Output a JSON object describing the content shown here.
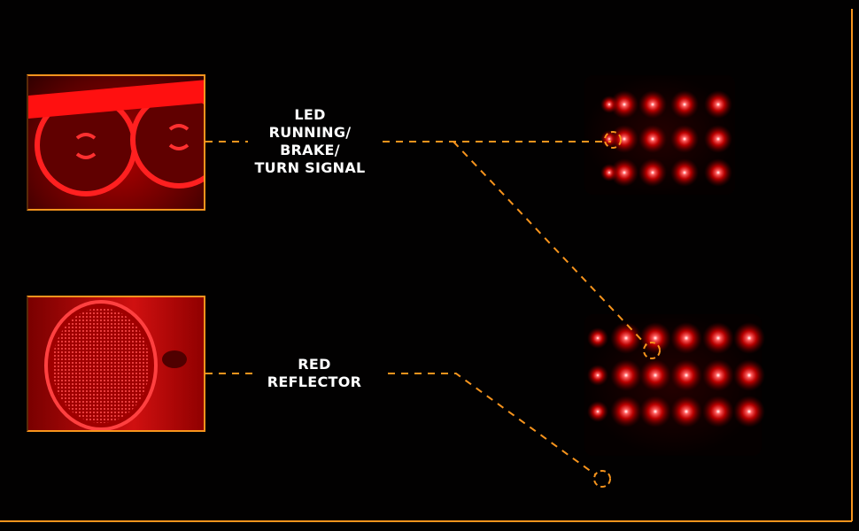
{
  "callouts": [
    {
      "label_lines": [
        "LED",
        "RUNNING/",
        "BRAKE/",
        "TURN SIGNAL"
      ]
    },
    {
      "label_lines": [
        "RED",
        "REFLECTOR"
      ]
    }
  ],
  "colors": {
    "accent": "#f7941d",
    "led": "#ff2020",
    "background": "#020101"
  }
}
